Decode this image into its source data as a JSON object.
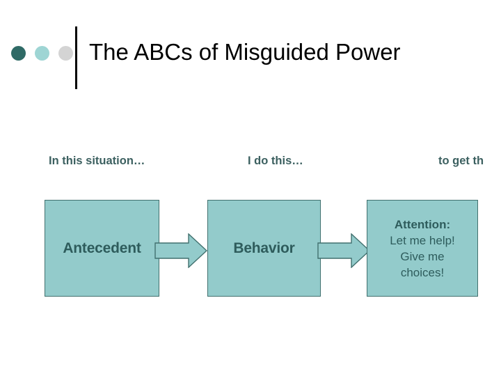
{
  "slide": {
    "title": "The ABCs of Misguided Power",
    "background_color": "#ffffff",
    "title_color": "#000000",
    "accent_dark": "#2f6a66",
    "accent_light": "#9ed5d4",
    "accent_gray": "#d4d4d4",
    "box_fill": "#93cbcb",
    "box_border": "#41706e",
    "box_text_color": "#2e5c5c",
    "caption_color": "#3c6060"
  },
  "decor": {
    "bullets": [
      {
        "name": "bullet-dot-dark",
        "color": "#2f6a66"
      },
      {
        "name": "bullet-dot-light",
        "color": "#9ed5d4"
      },
      {
        "name": "bullet-dot-gray",
        "color": "#d4d4d4"
      }
    ],
    "divider": "vertical-rule"
  },
  "captions": [
    {
      "text": "In this situation…"
    },
    {
      "text": "I do this…"
    },
    {
      "text": "to get th"
    }
  ],
  "flow": {
    "boxes": [
      {
        "label": "Antecedent"
      },
      {
        "label": "Behavior"
      }
    ],
    "outcome": {
      "heading": "Attention:",
      "lines": [
        "Let me help!",
        "Give me",
        "choices!"
      ]
    },
    "arrows": [
      {
        "name": "right-arrow-1"
      },
      {
        "name": "right-arrow-2"
      }
    ]
  }
}
